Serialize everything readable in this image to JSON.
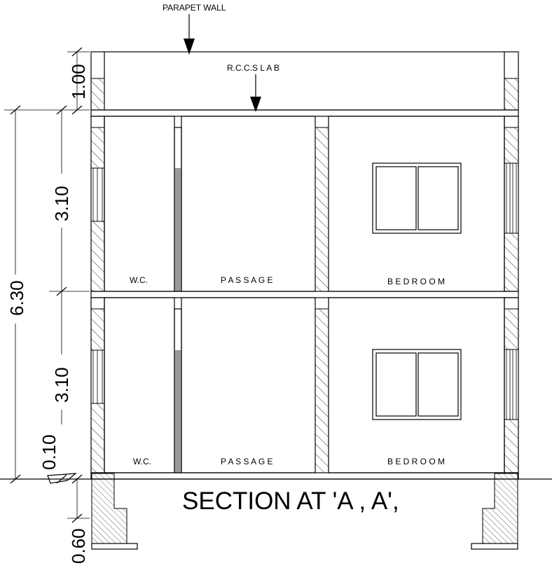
{
  "annotations": {
    "parapet_wall": "PARAPET WALL",
    "rcc_slab": "R.C.C.S L A B"
  },
  "rooms": {
    "upper": {
      "wc": "W.C.",
      "passage": "P A S S A G E",
      "bedroom": "B E D  R O O M"
    },
    "lower": {
      "wc": "W.C.",
      "passage": "P A S S A G E",
      "bedroom": "B E D  R O O M"
    }
  },
  "dimensions": {
    "parapet": "1.00",
    "upper_floor": "3.10",
    "lower_floor": "3.10",
    "total": "6.30",
    "plinth": "0.10",
    "foundation": "0.60"
  },
  "title": "SECTION AT 'A , A',"
}
